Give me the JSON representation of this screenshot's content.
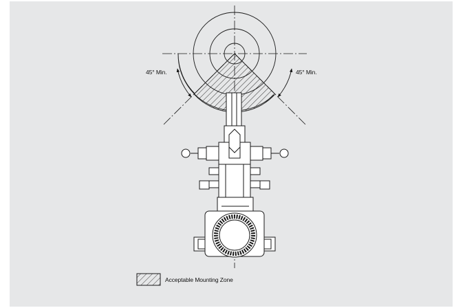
{
  "diagram": {
    "angle_label_left": "45° Min.",
    "angle_label_right": "45° Min.",
    "legend_label": "Acceptable Mounting Zone"
  },
  "colors": {
    "background": "#e6e7e8",
    "line": "#1a1a1a"
  }
}
